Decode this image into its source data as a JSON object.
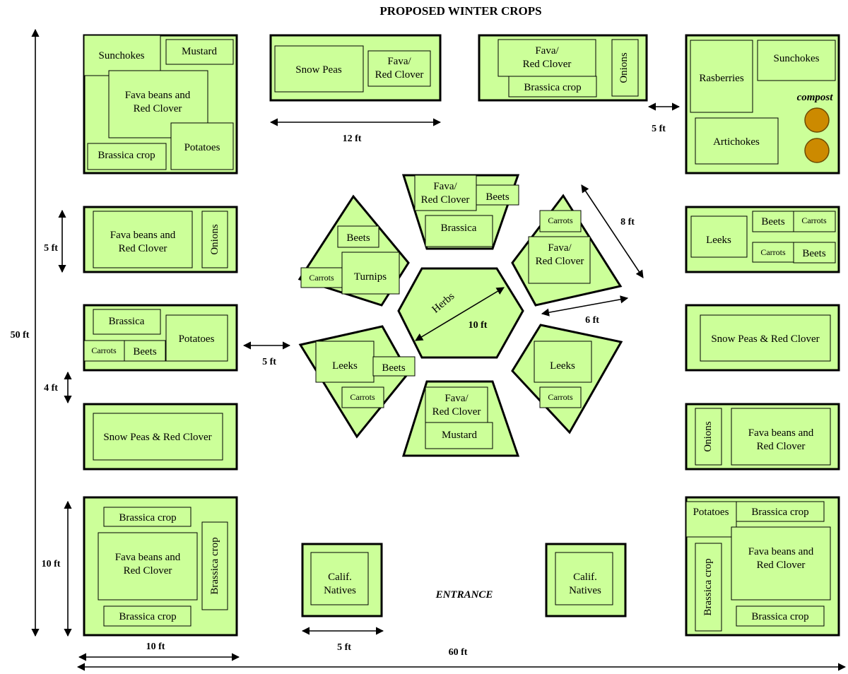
{
  "title": "PROPOSED WINTER CROPS",
  "entrance": "ENTRANCE",
  "compost": "compost",
  "dimensions": {
    "d50ft": "50 ft",
    "d5ft_left": "5 ft",
    "d4ft": "4 ft",
    "d10ft_left": "10 ft",
    "d10ft_bottom": "10 ft",
    "d12ft": "12 ft",
    "d5ft_top": "5 ft",
    "d8ft": "8 ft",
    "d6ft": "6 ft",
    "d10ft_hex": "10 ft",
    "d5ft_mid": "5 ft",
    "d5ft_bottom": "5 ft",
    "d60ft": "60 ft"
  },
  "labels": {
    "l1_sunchokes": "Sunchokes",
    "l1_mustard": "Mustard",
    "l1_fava1": "Fava beans and",
    "l1_fava2": "Red Clover",
    "l1_brassica": "Brassica crop",
    "l1_potatoes": "Potatoes",
    "t1_snowpeas": "Snow Peas",
    "t1_fava1": "Fava/",
    "t1_fava2": "Red Clover",
    "t2_fava1": "Fava/",
    "t2_fava2": "Red Clover",
    "t2_brassica": "Brassica crop",
    "t2_onions": "Onions",
    "r1_rasberries": "Rasberries",
    "r1_sunchokes": "Sunchokes",
    "r1_artichokes": "Artichokes",
    "l2_fava1": "Fava beans and",
    "l2_fava2": "Red Clover",
    "l2_onions": "Onions",
    "l3_brassica": "Brassica",
    "l3_potatoes": "Potatoes",
    "l3_carrots": "Carrots",
    "l3_beets": "Beets",
    "l4_snowpeas": "Snow Peas & Red Clover",
    "l5_brassica_top": "Brassica crop",
    "l5_fava1": "Fava beans and",
    "l5_fava2": "Red Clover",
    "l5_brassica_side": "Brassica crop",
    "l5_brassica_bottom": "Brassica crop",
    "r2_leeks": "Leeks",
    "r2_beets_top": "Beets",
    "r2_carrots_top": "Carrots",
    "r2_carrots_bottom": "Carrots",
    "r2_beets_bottom": "Beets",
    "r3_snowpeas": "Snow Peas & Red Clover",
    "r4_onions": "Onions",
    "r4_fava1": "Fava beans and",
    "r4_fava2": "Red Clover",
    "r5_potatoes": "Potatoes",
    "r5_brassica_top": "Brassica crop",
    "r5_brassica_side": "Brassica crop",
    "r5_fava1": "Fava beans and",
    "r5_fava2": "Red Clover",
    "r5_brassica_bottom": "Brassica crop",
    "cn_left1": "Calif.",
    "cn_left2": "Natives",
    "cn_right1": "Calif.",
    "cn_right2": "Natives",
    "herbs": "Herbs",
    "tt_fava1": "Fava/",
    "tt_fava2": "Red Clover",
    "tt_beets": "Beets",
    "tt_brassica": "Brassica",
    "ul_beets": "Beets",
    "ul_turnips": "Turnips",
    "ul_carrots": "Carrots",
    "ur_carrots": "Carrots",
    "ur_fava1": "Fava/",
    "ur_fava2": "Red Clover",
    "ll_leeks": "Leeks",
    "ll_beets": "Beets",
    "ll_carrots": "Carrots",
    "lr_leeks": "Leeks",
    "lr_carrots": "Carrots",
    "bt_fava1": "Fava/",
    "bt_fava2": "Red Clover",
    "bt_mustard": "Mustard"
  },
  "colors": {
    "bed_fill": "#ccff99",
    "compost_fill": "#cc8a00"
  }
}
